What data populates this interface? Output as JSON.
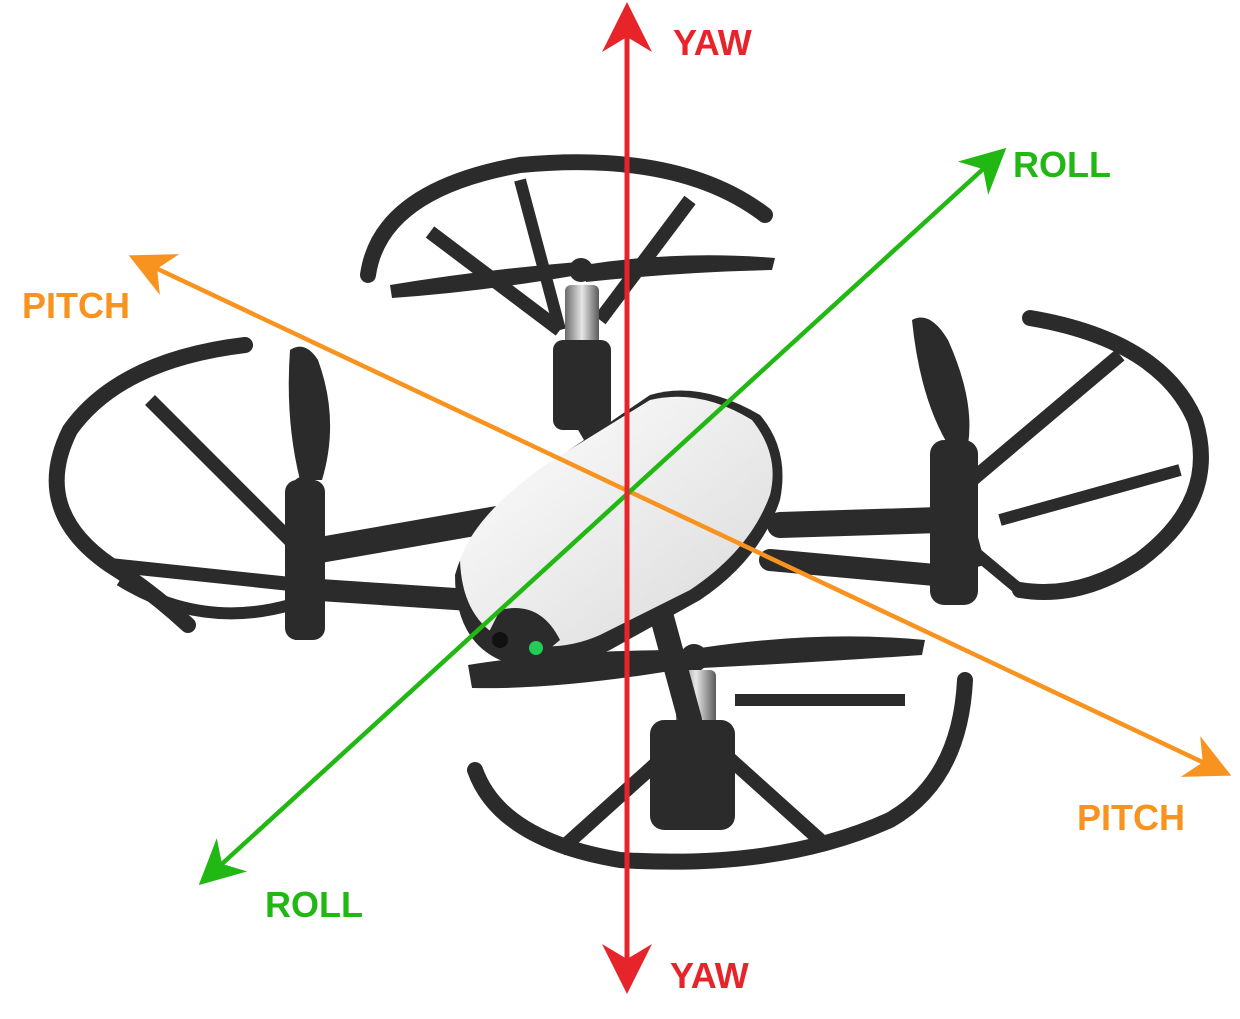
{
  "labels": {
    "yaw_top": "YAW",
    "yaw_bottom": "YAW",
    "roll_top": "ROLL",
    "roll_bottom": "ROLL",
    "pitch_left": "PITCH",
    "pitch_right": "PITCH"
  },
  "colors": {
    "yaw": "#e8242b",
    "roll": "#22b814",
    "pitch": "#f7931e",
    "frame": "#2b2b2b",
    "body": "#f2f2f2",
    "led": "#22cc55"
  },
  "icons": {
    "drone": "quadcopter-drone-illustration"
  }
}
